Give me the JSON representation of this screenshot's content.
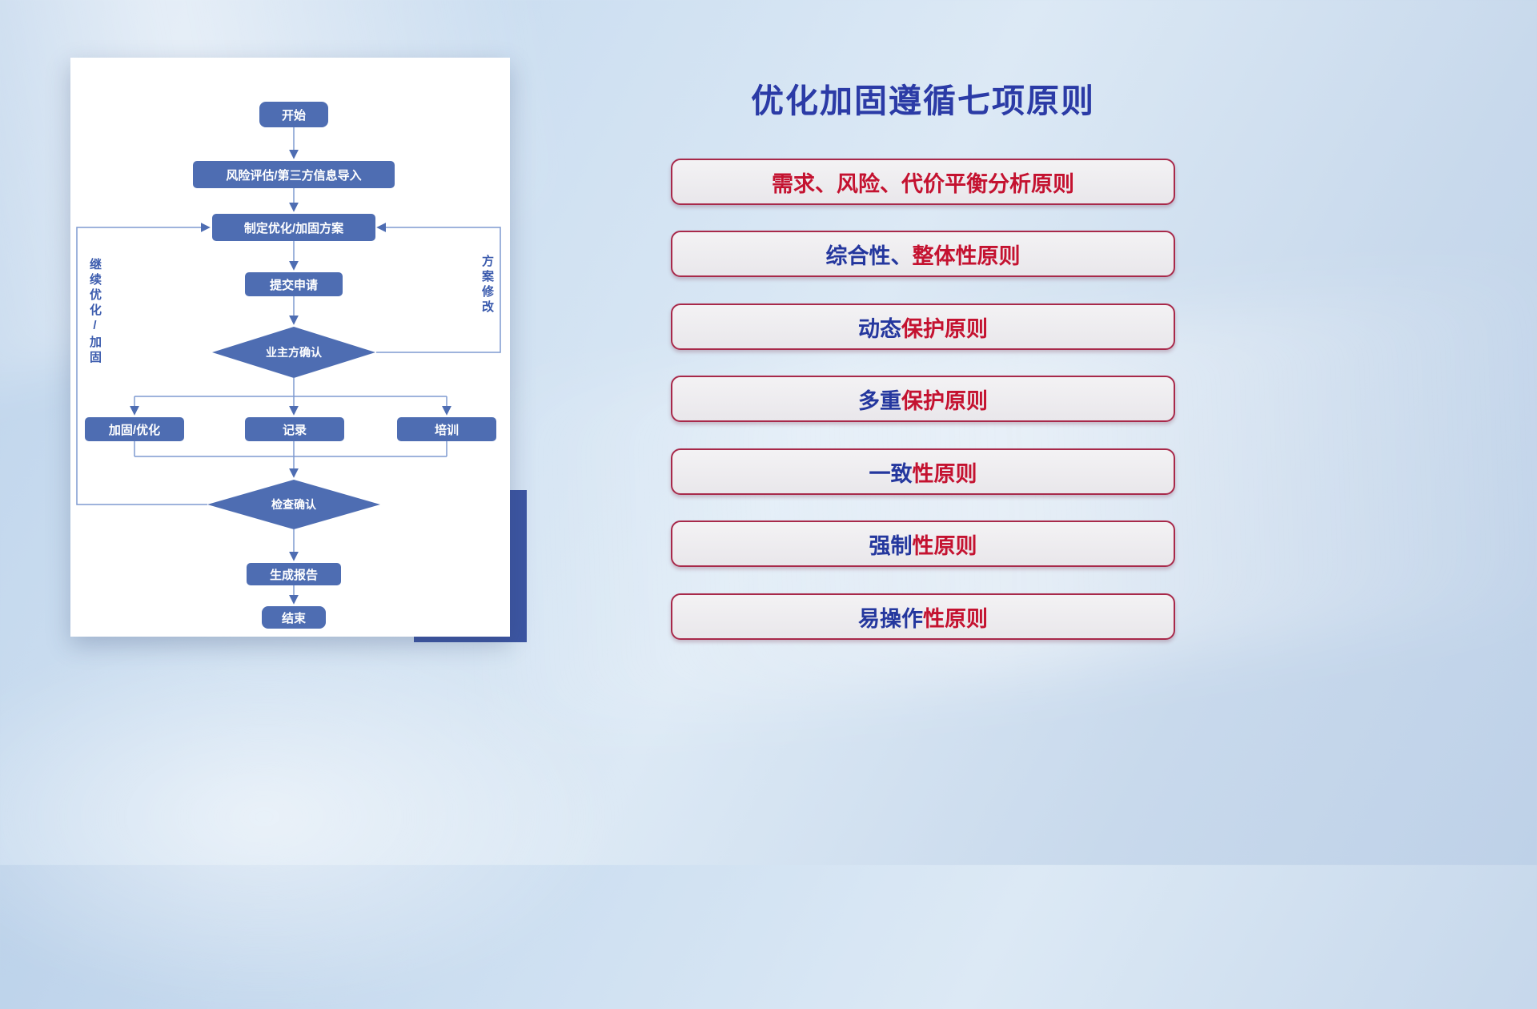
{
  "title": "优化加固遵循七项原则",
  "flowchart": {
    "nodes": {
      "start": "开始",
      "risk_import": "风险评估/第三方信息导入",
      "make_plan": "制定优化/加固方案",
      "submit": "提交申请",
      "owner_confirm": "业主方确认",
      "harden": "加固/优化",
      "record": "记录",
      "train": "培训",
      "check_confirm": "检查确认",
      "report": "生成报告",
      "end": "结束"
    },
    "edge_labels": {
      "continue_loop": "继续优化/加固",
      "plan_revision": "方案修改"
    }
  },
  "principles": [
    {
      "prefix": "",
      "suffix": "需求、风险、代价平衡分析原则"
    },
    {
      "prefix": "综合性、",
      "suffix": "整体性原则"
    },
    {
      "prefix": "动态",
      "suffix": "保护原则"
    },
    {
      "prefix": "多重",
      "suffix": "保护原则"
    },
    {
      "prefix": "一致",
      "suffix": "性原则"
    },
    {
      "prefix": "强制",
      "suffix": "性原则"
    },
    {
      "prefix": "易操作",
      "suffix": "性原则"
    }
  ],
  "colors": {
    "title_blue": "#2b3ba6",
    "principle_blue": "#24379e",
    "principle_red": "#c41230",
    "card_border": "#a8294a",
    "node_fill": "#4e6db2",
    "connector": "#7f9ad0",
    "shadow_block": "#3c55a2"
  }
}
